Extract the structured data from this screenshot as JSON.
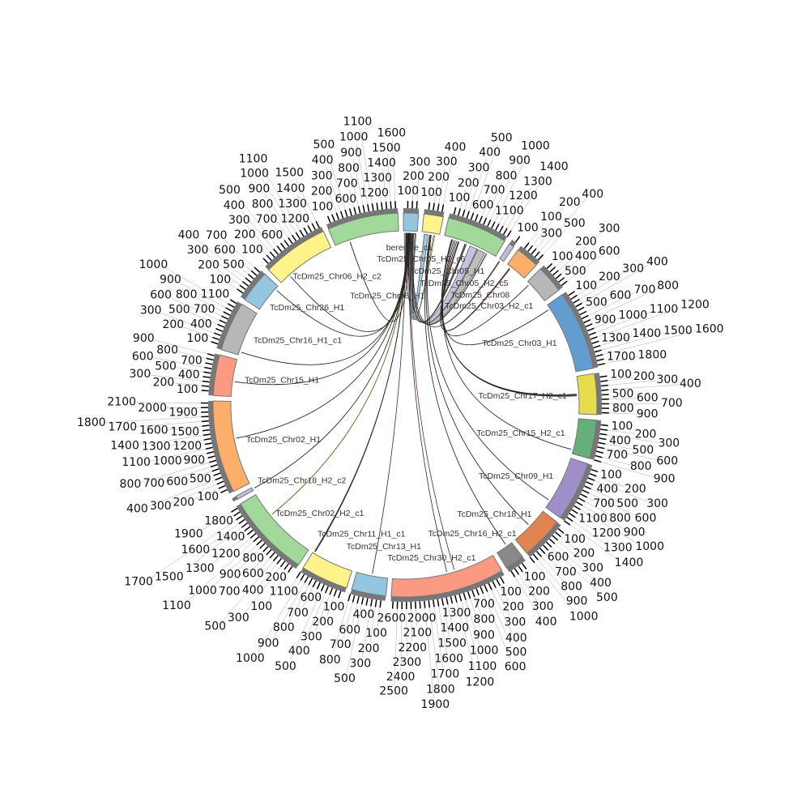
{
  "chart_data": {
    "type": "circos",
    "tick_interval": 100,
    "segments": [
      {
        "name": "berenice_c1",
        "length": 350,
        "color": "#95c6e0"
      },
      {
        "name": "TcDm25_Chr05_H2_c6",
        "length": 450,
        "color": "#fff38a"
      },
      {
        "name": "TcDm25_Chr05_H1",
        "length": 1400,
        "color": "#a1d99b"
      },
      {
        "name": "TcDm25_Chr05_H2_c5",
        "length": 120,
        "color": "#bcbddc"
      },
      {
        "name": "TcDm25_Chr08",
        "length": 550,
        "color": "#fdae6b"
      },
      {
        "name": "TcDm25_Chr03_H2_c1",
        "length": 650,
        "color": "#b7b7b7"
      },
      {
        "name": "TcDm25_Chr03_H1",
        "length": 1850,
        "color": "#639ccf"
      },
      {
        "name": "TcDm25_Chr17_H2_c1",
        "length": 950,
        "color": "#e6dc4e"
      },
      {
        "name": "TcDm25_Chr15_H2_c1",
        "length": 900,
        "color": "#66ae7a"
      },
      {
        "name": "TcDm25_Chr09_H1",
        "length": 1400,
        "color": "#9e8fc8"
      },
      {
        "name": "TcDm25_Chr18_H1",
        "length": 1000,
        "color": "#e0834f"
      },
      {
        "name": "TcDm25_Chr16_H2_c1",
        "length": 450,
        "color": "#888888"
      },
      {
        "name": "TcDm25_Chr30_H2_c1",
        "length": 2650,
        "color": "#fb9a82"
      },
      {
        "name": "TcDm25_Chr13_H1",
        "length": 800,
        "color": "#95c6e0"
      },
      {
        "name": "TcDm25_Chr11_H1_c1",
        "length": 1100,
        "color": "#fff38a"
      },
      {
        "name": "TcDm25_Chr02_H2_c1",
        "length": 1950,
        "color": "#a1d99b"
      },
      {
        "name": "TcDm25_Chr18_H2_c2",
        "length": 80,
        "color": "#bcbddc"
      },
      {
        "name": "TcDm25_Chr02_H1",
        "length": 2150,
        "color": "#fdae6b"
      },
      {
        "name": "TcDm25_Chr15_H1",
        "length": 950,
        "color": "#fb9a82"
      },
      {
        "name": "TcDm25_Chr16_H1_c1",
        "length": 1150,
        "color": "#b7b7b7"
      },
      {
        "name": "TcDm25_Chr26_H1",
        "length": 750,
        "color": "#95c6e0"
      },
      {
        "name": "TcDm25_Chr06_H2_c2",
        "length": 1550,
        "color": "#fff38a"
      },
      {
        "name": "TcDm25_Chr06_H1",
        "length": 1650,
        "color": "#a1d99b"
      }
    ],
    "links": [
      {
        "source": 0,
        "s_from": 20,
        "s_to": 110,
        "target": 2,
        "t_from": 700,
        "t_to": 900,
        "color": "#bcbddc"
      },
      {
        "source": 0,
        "s_from": 120,
        "s_to": 200,
        "target": 2,
        "t_from": 920,
        "t_to": 1120,
        "color": "#b7b7b7"
      },
      {
        "source": 1,
        "s_from": 60,
        "s_to": 160,
        "target": 0,
        "t_from": 220,
        "t_to": 300,
        "color": "#95c6e0"
      },
      {
        "source": 1,
        "s_from": 300,
        "s_to": 330,
        "target": 0,
        "t_from": 300,
        "t_to": 320,
        "color": "#fff38a"
      },
      {
        "source": 2,
        "s_from": 560,
        "s_to": 600,
        "target": 0,
        "t_from": 200,
        "t_to": 215,
        "color": "#2d4a32"
      },
      {
        "source": 2,
        "s_from": 1160,
        "s_to": 1180,
        "target": 0,
        "t_from": 230,
        "t_to": 240,
        "color": "#a1d99b"
      },
      {
        "source": 3,
        "s_from": 20,
        "s_to": 40,
        "target": 0,
        "t_from": 250,
        "t_to": 262,
        "color": "#6b4a2a"
      },
      {
        "source": 0,
        "s_from": 150,
        "s_to": 152,
        "target": 12,
        "t_from": 1250,
        "t_to": 1252,
        "color": "#333"
      },
      {
        "source": 0,
        "s_from": 180,
        "s_to": 182,
        "target": 12,
        "t_from": 1050,
        "t_to": 1052,
        "color": "#6b2a2a"
      },
      {
        "source": 0,
        "s_from": 60,
        "s_to": 62,
        "target": 13,
        "t_from": 400,
        "t_to": 402,
        "color": "#333"
      },
      {
        "source": 0,
        "s_from": 70,
        "s_to": 72,
        "target": 14,
        "t_from": 1050,
        "t_to": 1052,
        "color": "#123"
      },
      {
        "source": 0,
        "s_from": 74,
        "s_to": 76,
        "target": 14,
        "t_from": 1070,
        "t_to": 1072,
        "color": "#123"
      },
      {
        "source": 0,
        "s_from": 90,
        "s_to": 92,
        "target": 15,
        "t_from": 1300,
        "t_to": 1302,
        "color": "#555500"
      },
      {
        "source": 0,
        "s_from": 100,
        "s_to": 102,
        "target": 16,
        "t_from": 40,
        "t_to": 42,
        "color": "#222"
      },
      {
        "source": 0,
        "s_from": 110,
        "s_to": 112,
        "target": 17,
        "t_from": 1200,
        "t_to": 1202,
        "color": "#222"
      },
      {
        "source": 0,
        "s_from": 120,
        "s_to": 122,
        "target": 18,
        "t_from": 380,
        "t_to": 382,
        "color": "#222"
      },
      {
        "source": 0,
        "s_from": 130,
        "s_to": 132,
        "target": 19,
        "t_from": 80,
        "t_to": 82,
        "color": "#222"
      },
      {
        "source": 0,
        "s_from": 140,
        "s_to": 142,
        "target": 20,
        "t_from": 650,
        "t_to": 652,
        "color": "#222"
      },
      {
        "source": 0,
        "s_from": 160,
        "s_to": 162,
        "target": 21,
        "t_from": 280,
        "t_to": 282,
        "color": "#222"
      },
      {
        "source": 0,
        "s_from": 170,
        "s_to": 172,
        "target": 22,
        "t_from": 380,
        "t_to": 382,
        "color": "#3a1a0a"
      },
      {
        "source": 1,
        "s_from": 200,
        "s_to": 202,
        "target": 11,
        "t_from": 150,
        "t_to": 152,
        "color": "#222"
      },
      {
        "source": 1,
        "s_from": 220,
        "s_to": 222,
        "target": 10,
        "t_from": 500,
        "t_to": 502,
        "color": "#222"
      },
      {
        "source": 1,
        "s_from": 240,
        "s_to": 242,
        "target": 9,
        "t_from": 1200,
        "t_to": 1202,
        "color": "#222"
      },
      {
        "source": 2,
        "s_from": 200,
        "s_to": 202,
        "target": 7,
        "t_from": 450,
        "t_to": 452,
        "color": "#222"
      },
      {
        "source": 2,
        "s_from": 210,
        "s_to": 212,
        "target": 7,
        "t_from": 470,
        "t_to": 472,
        "color": "#222"
      },
      {
        "source": 2,
        "s_from": 220,
        "s_to": 222,
        "target": 7,
        "t_from": 490,
        "t_to": 492,
        "color": "#222"
      },
      {
        "source": 2,
        "s_from": 260,
        "s_to": 262,
        "target": 8,
        "t_from": 800,
        "t_to": 802,
        "color": "#222"
      },
      {
        "source": 2,
        "s_from": 300,
        "s_to": 302,
        "target": 6,
        "t_from": 120,
        "t_to": 122,
        "color": "#222"
      },
      {
        "source": 2,
        "s_from": 340,
        "s_to": 342,
        "target": 5,
        "t_from": 80,
        "t_to": 82,
        "color": "#222"
      },
      {
        "source": 2,
        "s_from": 380,
        "s_to": 382,
        "target": 4,
        "t_from": 100,
        "t_to": 102,
        "color": "#222"
      },
      {
        "source": 2,
        "s_from": 400,
        "s_to": 402,
        "target": 4,
        "t_from": 120,
        "t_to": 122,
        "color": "#6b2a2a"
      }
    ]
  }
}
